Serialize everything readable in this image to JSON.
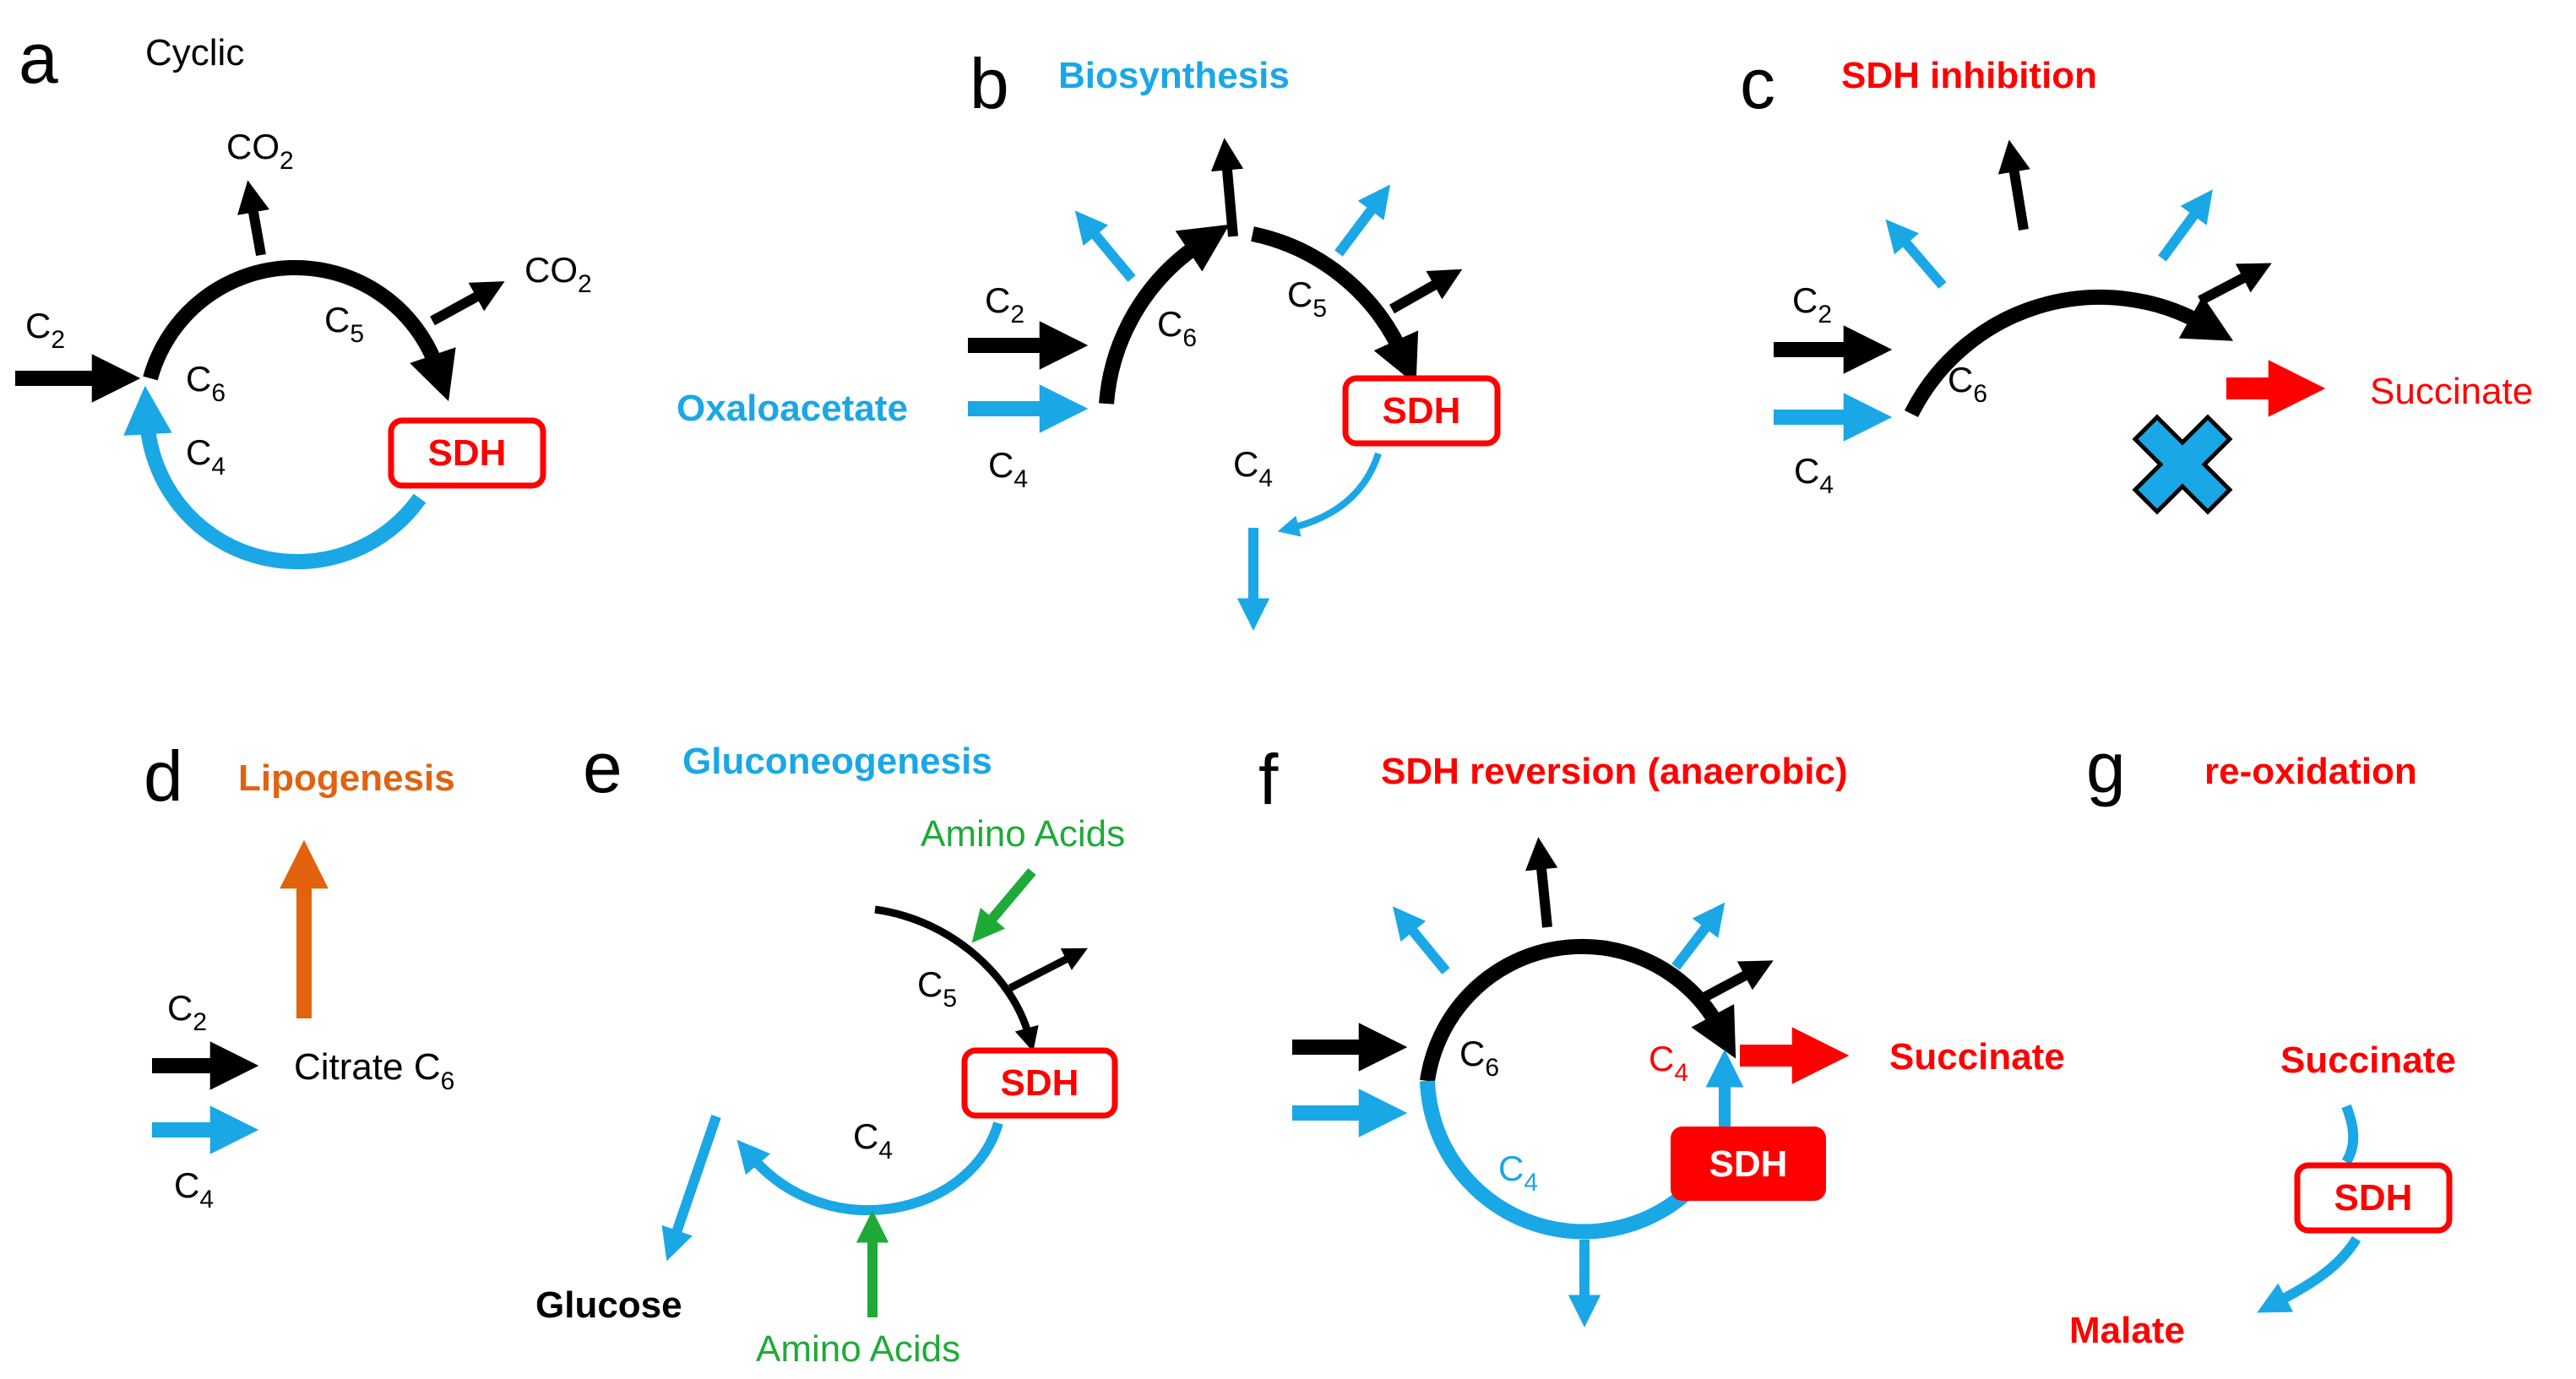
{
  "colors": {
    "black": "#000000",
    "blue": "#1aa7e6",
    "red": "#ff0000",
    "orange": "#e2620d",
    "green": "#1faa38"
  },
  "panel_a": {
    "letter": "a",
    "title": "Cyclic",
    "co2": "CO",
    "co2_sub": "2",
    "c": "C",
    "s2": "2",
    "s4": "4",
    "s5": "5",
    "s6": "6",
    "sdh": "SDH"
  },
  "panel_b": {
    "letter": "b",
    "title": "Biosynthesis",
    "oxaloacetate": "Oxaloacetate",
    "c": "C",
    "s2": "2",
    "s4": "4",
    "s5": "5",
    "s6": "6",
    "sdh": "SDH"
  },
  "panel_c": {
    "letter": "c",
    "title": "SDH inhibition",
    "succinate": "Succinate",
    "c": "C",
    "s2": "2",
    "s4": "4",
    "s6": "6"
  },
  "panel_d": {
    "letter": "d",
    "title": "Lipogenesis",
    "citrate": "Citrate C",
    "c": "C",
    "s2": "2",
    "s4": "4",
    "s6": "6"
  },
  "panel_e": {
    "letter": "e",
    "title": "Gluconeogenesis",
    "amino_acids": "Amino Acids",
    "glucose": "Glucose",
    "c": "C",
    "s4": "4",
    "s5": "5",
    "sdh": "SDH"
  },
  "panel_f": {
    "letter": "f",
    "title": "SDH reversion (anaerobic)",
    "succinate": "Succinate",
    "c": "C",
    "s4": "4",
    "s6": "6",
    "sdh": "SDH"
  },
  "panel_g": {
    "letter": "g",
    "title": "re-oxidation",
    "succinate": "Succinate",
    "malate": "Malate",
    "sdh": "SDH"
  }
}
